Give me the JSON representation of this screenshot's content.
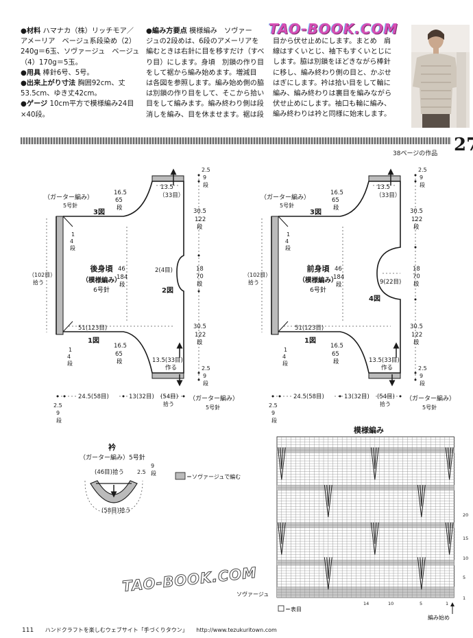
{
  "watermark": "TAO-BOOK.COM",
  "col1": [
    {
      "bullet": "●材料",
      "text": "ハマナカ（株）リッチモア／"
    },
    {
      "bullet": "",
      "text": "アメーリア　ベージュ系段染め（2）"
    },
    {
      "bullet": "",
      "text": "240g＝6玉、ソヴァージュ　ベージュ"
    },
    {
      "bullet": "",
      "text": "（4）170g＝5玉。"
    },
    {
      "bullet": "●用具",
      "text": "棒針6号、5号。"
    },
    {
      "bullet": "●出来上がり寸法",
      "text": "胸囲92cm、丈"
    },
    {
      "bullet": "",
      "text": "53.5cm、ゆき丈42cm。"
    },
    {
      "bullet": "●ゲージ",
      "text": "10cm平方で模様編み24目"
    },
    {
      "bullet": "",
      "text": "×40段。"
    }
  ],
  "col2": [
    {
      "bullet": "●編み方要点",
      "text": "模様編み　ソヴァー"
    },
    {
      "bullet": "",
      "text": "ジュの2段めは、6段のアメーリアを"
    },
    {
      "bullet": "",
      "text": "編むときは右針に目を移すだけ（すべ"
    },
    {
      "bullet": "",
      "text": "り目）にします。身頃　別鎖の作り目"
    },
    {
      "bullet": "",
      "text": "をして裾から編み始めます。増減目"
    },
    {
      "bullet": "",
      "text": "は各図を参照します。編み始め側の脇"
    },
    {
      "bullet": "",
      "text": "は別鎖の作り目をして、そこから拾い"
    },
    {
      "bullet": "",
      "text": "目をして編みます。編み終わり側は段"
    },
    {
      "bullet": "",
      "text": "消しを編み、目を休ませます。裾は段"
    }
  ],
  "col3": [
    "目から伏せ止めにします。まとめ　肩",
    "線はすくいとじ、袖下もすくいとじに",
    "します。脇は別鎖をほどきながら棒針",
    "に移し、編み終わり側の目と、かぶせ",
    "はぎにします。衿は拾い目をして輪に",
    "編み、編み終わりは裏目を編みながら",
    "伏せ止めにします。袖口も輪に編み、",
    "編み終わりは衿と同様に始末します。"
  ],
  "page_number": "27",
  "page_ref": "38ページの作品",
  "back_piece": {
    "title": "後身頃",
    "subtitle": "（模様編み）",
    "needle": "6号針",
    "garter": "（ガーター編み）",
    "garter_needle": "5号針",
    "fig3": "3図",
    "fig1": "1図",
    "fig2": "2図",
    "top_w": "13.5",
    "top_w_sts": "（33目）",
    "top_h1": "2.5",
    "top_h1b": "9",
    "top_h1c": "段",
    "shoulder_h1": "30.5",
    "shoulder_h2": "122",
    "shoulder_h3": "段",
    "mid_h1": "18",
    "mid_h2": "70",
    "mid_h3": "段",
    "neck": "2(4目)",
    "low_h1": "30.5",
    "low_h2": "122",
    "low_h3": "段",
    "bot_h1": "2.5",
    "bot_h2": "9",
    "bot_h3": "段",
    "upper_curve1": "16.5",
    "upper_curve2": "65",
    "upper_curve3": "段",
    "center1": "46",
    "center2": "184",
    "center3": "段",
    "lower_curve1": "16.5",
    "lower_curve2": "65",
    "lower_curve3": "段",
    "width": "51(123目)",
    "left_top1": "1",
    "left_top2": "4",
    "left_top3": "段",
    "left_bot1": "1",
    "left_bot2": "4",
    "left_bot3": "段",
    "left_total": "（102目）",
    "left_total2": "拾う",
    "bot_w": "13.5(33目)",
    "bot_w2": "作る"
  },
  "front_piece": {
    "title": "前身頃",
    "subtitle": "（模様編み）",
    "needle": "6号針",
    "garter": "（ガーター編み）",
    "garter_needle": "5号針",
    "fig3": "3図",
    "fig1": "1図",
    "fig4": "4図",
    "neck": "9(22目)"
  },
  "bottom_dims": {
    "d1": "24.5(58目)",
    "d2": "13(32目)",
    "d3": "(54目)",
    "d3b": "拾う",
    "garter": "（ガーター編み）",
    "needle": "5号針",
    "h1": "2.5",
    "h2": "9",
    "h3": "段"
  },
  "collar": {
    "title": "衿",
    "garter": "（ガーター編み）5号針",
    "top": "(46目)拾う",
    "bottom": "(58目)拾う",
    "h1": "2.5",
    "h2": "9",
    "h3": "段",
    "legend": "＝ソヴァージュで編む"
  },
  "chart": {
    "title": "模様編み",
    "sov_label": "ソヴァージュ",
    "legend": "＝表目",
    "start": "編み始め",
    "colnums": [
      "14",
      "10",
      "5",
      "1"
    ],
    "rownums": [
      "20",
      "15",
      "10",
      "5",
      "1"
    ]
  },
  "footer": {
    "page": "111",
    "text1": "ハンドクラフトを楽しむウェブサイト「手づくりタウン」",
    "text2": "http://www.tezukuritown.com"
  }
}
